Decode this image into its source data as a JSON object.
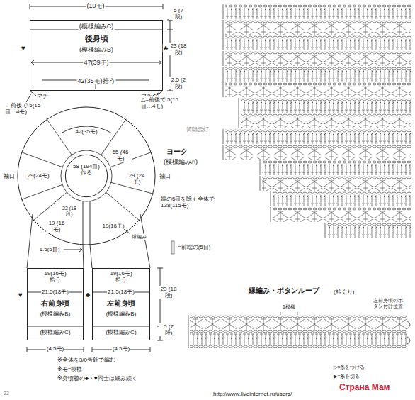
{
  "diagram": {
    "nodes": [
      {
        "text": [
          "(模様編みC)",
          "後身頃",
          "(模様編みB)",
          "47(39モ)",
          "42(35モ)拾う"
        ]
      },
      {
        "text": [
          "ヨーク",
          "(模様編みA)"
        ]
      },
      {
        "text": [
          "58 (194目) 作る"
        ],
        "in": 1
      },
      {
        "text": [
          "19(16モ) 拾う",
          "21.5(18モ)",
          "右前身頃",
          "(模様編みB)",
          "(模様編みC)"
        ]
      },
      {
        "text": [
          "19(16モ) 拾う",
          "21.5(18モ)",
          "左前身頃",
          "(模様編みB)",
          "(模様編みC)"
        ]
      }
    ],
    "labels": [
      "(10モ)",
      "5 (7段)",
      "23 (18段)",
      "2.5 (2段)",
      "♥",
      "♣",
      "マチ",
      "マチ",
      "←前後で 5(15目…4モ)",
      "△=前後で 5(15目…4モ)",
      "42(35モ)",
      "55 (46モ)",
      "袖口",
      "29(24モ)",
      "袖口",
      "29 (24モ)",
      "端の5目を除く全体で 138(115モ)",
      "22 (18段)",
      "19 (16モ)",
      "19(16モ)",
      "縁編み",
      "1.5(5目)",
      "=前端の(5目)",
      "♥",
      "♣",
      "23 (18段)",
      "5 (7段)",
      "(4.5モ)",
      "(4.5モ)",
      "※全体を3/0号針で編む",
      "※モ=模様",
      "※身頃脇の♣・♥同士は細み続く",
      "縁編み・ボタンループ",
      "(衿ぐり)",
      "1模様",
      "左前身頃のボタン付け位置",
      "▷=糸をつける",
      "▶=糸を切る",
      "简隐云灯",
      "Страна Мам",
      "http://www.liveinternet.ru/users/",
      "22"
    ]
  }
}
